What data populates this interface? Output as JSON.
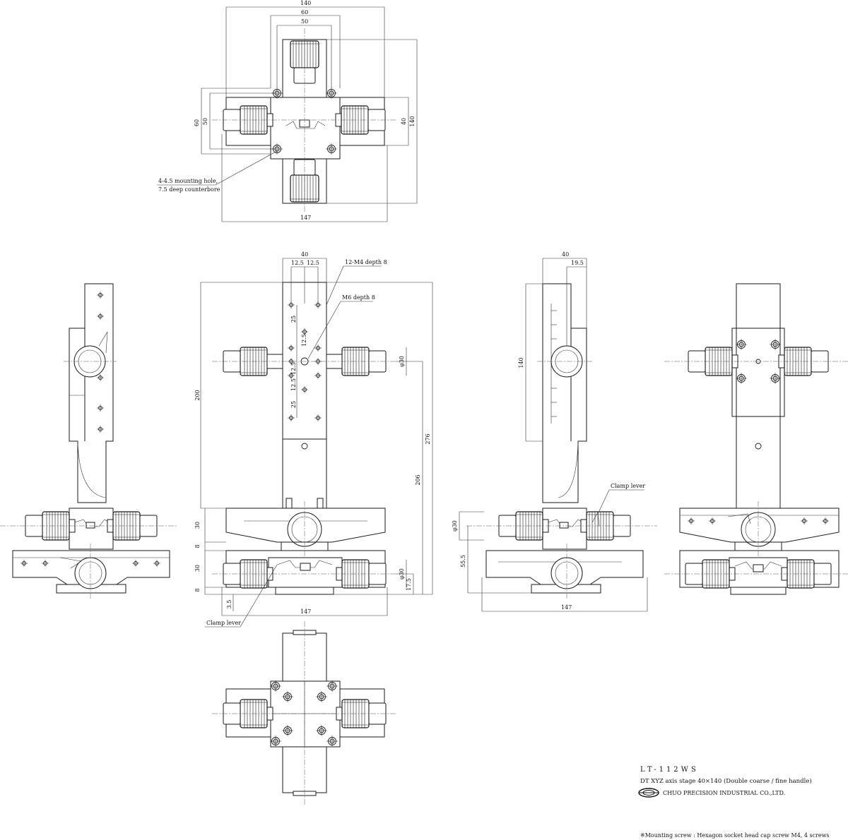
{
  "top_view": {
    "dims": {
      "w140": "140",
      "w60": "60",
      "w50": "50",
      "h60": "60",
      "h50": "50",
      "h40": "40",
      "h140": "140",
      "w147": "147"
    },
    "note_line1": "4-4.5 mounting hole,",
    "note_line2": "7.5 deep counterbore"
  },
  "front_view": {
    "dims": {
      "w40": "40",
      "w12_5a": "12.5",
      "w12_5b": "12.5",
      "h200": "200",
      "v25a": "25",
      "v12_5a": "12.5",
      "v12_5b": "12.5",
      "v12_5c": "12.5",
      "v25b": "25",
      "h276": "276",
      "h206": "206",
      "h30a": "30",
      "h8a": "8",
      "h30b": "30",
      "h8b": "8",
      "h3_5": "3.5",
      "h17_5": "17.5",
      "phi30a": "φ30",
      "phi30b": "φ30",
      "w147": "147"
    },
    "note_m4": "12-M4 depth 8",
    "note_m6": "M6 depth 8",
    "clamp_lever": "Clamp lever"
  },
  "right_view": {
    "dims": {
      "w40": "40",
      "w19_5": "19.5",
      "h140": "140",
      "phi30": "φ30",
      "h55_5": "55.5",
      "w147": "147"
    },
    "clamp_lever": "Clamp lever"
  },
  "title_block": {
    "model": "LT-112WS",
    "description": "DT XYZ axis stage  40×140 (Double coarse / fine handle)",
    "company": "CHUO PRECISION INDUSTRIAL CO.,LTD.",
    "footnote": "※Mounting screw : Hexagon socket head cap screw M4, 4 screws"
  }
}
